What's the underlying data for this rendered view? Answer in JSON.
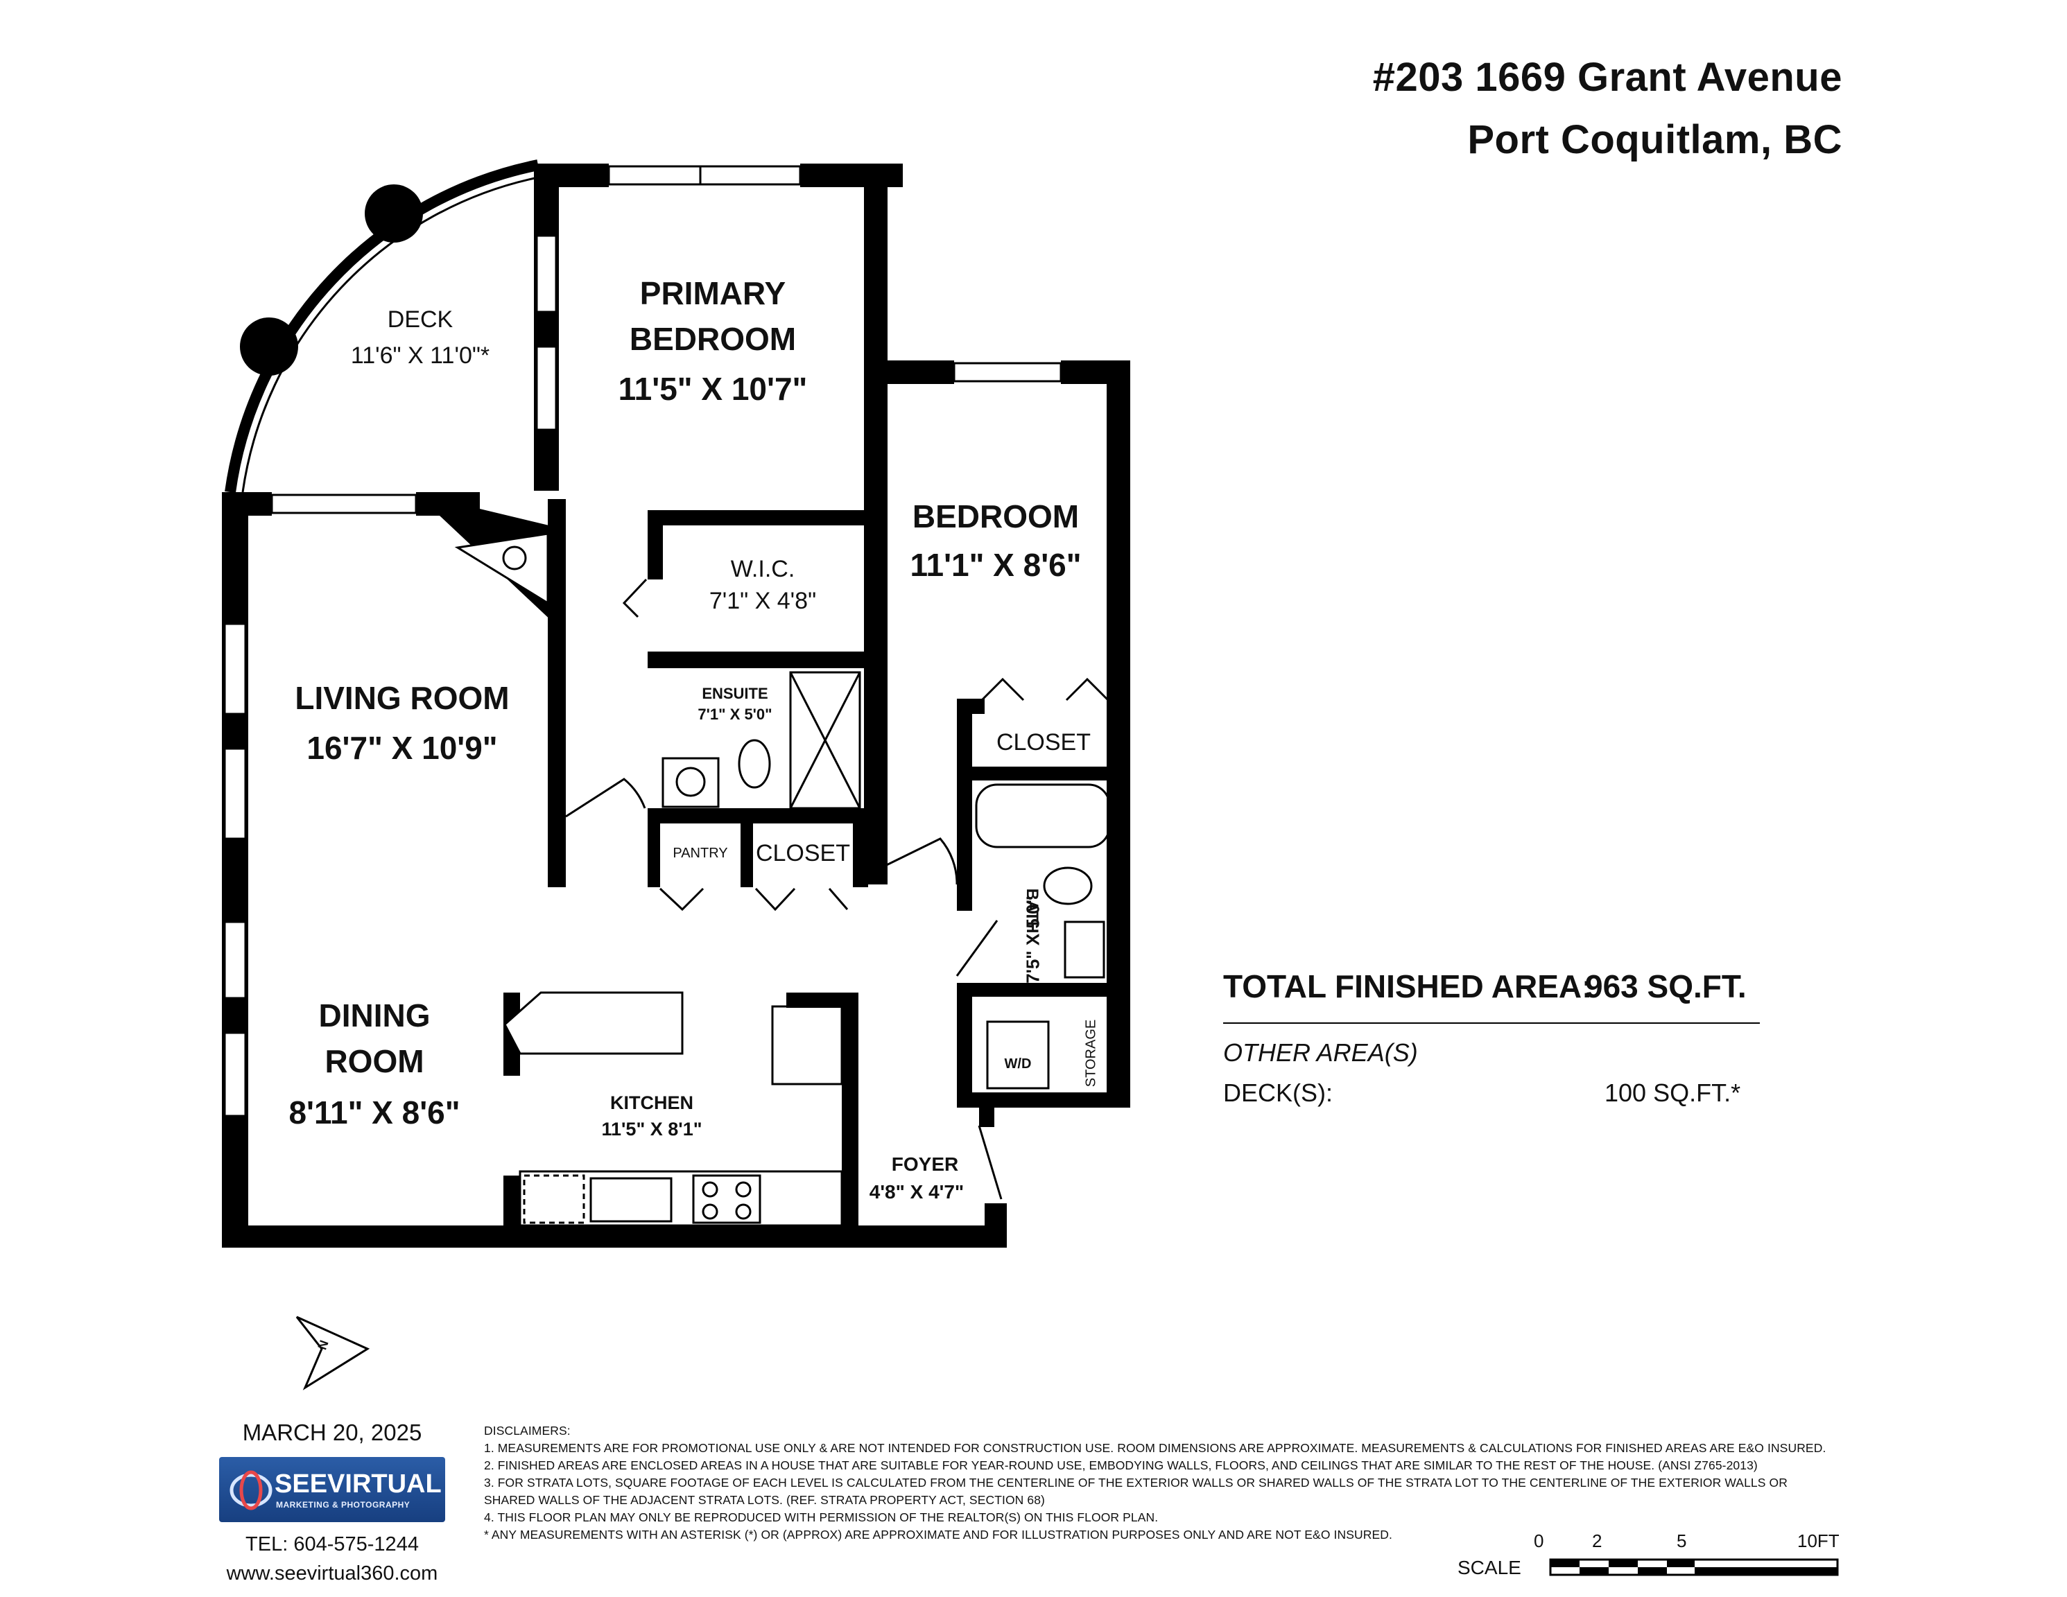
{
  "header": {
    "address_line1": "#203 1669 Grant Avenue",
    "address_line2": "Port Coquitlam, BC"
  },
  "rooms": {
    "deck": {
      "name": "DECK",
      "dims": "11'6\" X 11'0\"*"
    },
    "primary_bedroom": {
      "name_line1": "PRIMARY",
      "name_line2": "BEDROOM",
      "dims": "11'5\" X 10'7\""
    },
    "bedroom": {
      "name": "BEDROOM",
      "dims": "11'1\" X 8'6\""
    },
    "wic": {
      "name": "W.I.C.",
      "dims": "7'1\" X 4'8\""
    },
    "ensuite": {
      "name": "ENSUITE",
      "dims": "7'1\" X 5'0\""
    },
    "living_room": {
      "name": "LIVING ROOM",
      "dims": "16'7\" X 10'9\""
    },
    "dining_room": {
      "name_line1": "DINING",
      "name_line2": "ROOM",
      "dims": "8'11\" X 8'6\""
    },
    "kitchen": {
      "name": "KITCHEN",
      "dims": "11'5\" X 8'1\""
    },
    "foyer": {
      "name": "FOYER",
      "dims": "4'8\" X 4'7\""
    },
    "bath": {
      "name": "BATH",
      "dims": "7'5\" X 5'0\""
    },
    "closet_bedroom": "CLOSET",
    "closet_hall": "CLOSET",
    "pantry": "PANTRY",
    "storage": "STORAGE",
    "washer_dryer": "W/D"
  },
  "areas": {
    "total_label": "TOTAL FINISHED AREA:",
    "total_value": "963 SQ.FT.",
    "other_label": "OTHER AREA(S)",
    "deck_label": "DECK(S):",
    "deck_value": "100 SQ.FT.*"
  },
  "compass": {
    "label": "N"
  },
  "footer": {
    "date": "MARCH 20, 2025",
    "logo_name": "SEEVIRTUAL",
    "logo_tagline": "MARKETING & PHOTOGRAPHY",
    "phone": "TEL: 604-575-1244",
    "website": "www.seevirtual360.com"
  },
  "disclaimers": {
    "heading": "DISCLAIMERS:",
    "lines": [
      "1. MEASUREMENTS ARE FOR PROMOTIONAL USE ONLY & ARE NOT INTENDED FOR CONSTRUCTION USE. ROOM DIMENSIONS ARE APPROXIMATE. MEASUREMENTS & CALCULATIONS FOR FINISHED AREAS ARE E&O INSURED.",
      "2. FINISHED AREAS ARE ENCLOSED AREAS IN A HOUSE THAT ARE SUITABLE FOR YEAR-ROUND USE, EMBODYING WALLS, FLOORS, AND CEILINGS THAT ARE SIMILAR TO THE REST OF THE HOUSE. (ANSI Z765-2013)",
      "3. FOR STRATA LOTS, SQUARE FOOTAGE OF EACH LEVEL IS CALCULATED FROM THE CENTERLINE OF THE EXTERIOR WALLS OR SHARED WALLS OF THE STRATA LOT TO THE CENTERLINE OF THE EXTERIOR WALLS OR",
      "SHARED WALLS OF THE ADJACENT STRATA LOTS. (REF. STRATA PROPERTY ACT, SECTION 68)",
      "4. THIS FLOOR PLAN MAY ONLY BE REPRODUCED WITH PERMISSION OF THE REALTOR(S) ON THIS FLOOR PLAN.",
      "* ANY MEASUREMENTS WITH AN ASTERISK (*) OR (APPROX) ARE APPROXIMATE AND FOR ILLUSTRATION PURPOSES ONLY AND ARE NOT E&O INSURED."
    ]
  },
  "scale": {
    "label": "SCALE",
    "ticks": [
      "0",
      "2",
      "5",
      "10FT"
    ]
  },
  "colors": {
    "wall": "#000000",
    "logo_blue": "#1f4c94"
  }
}
